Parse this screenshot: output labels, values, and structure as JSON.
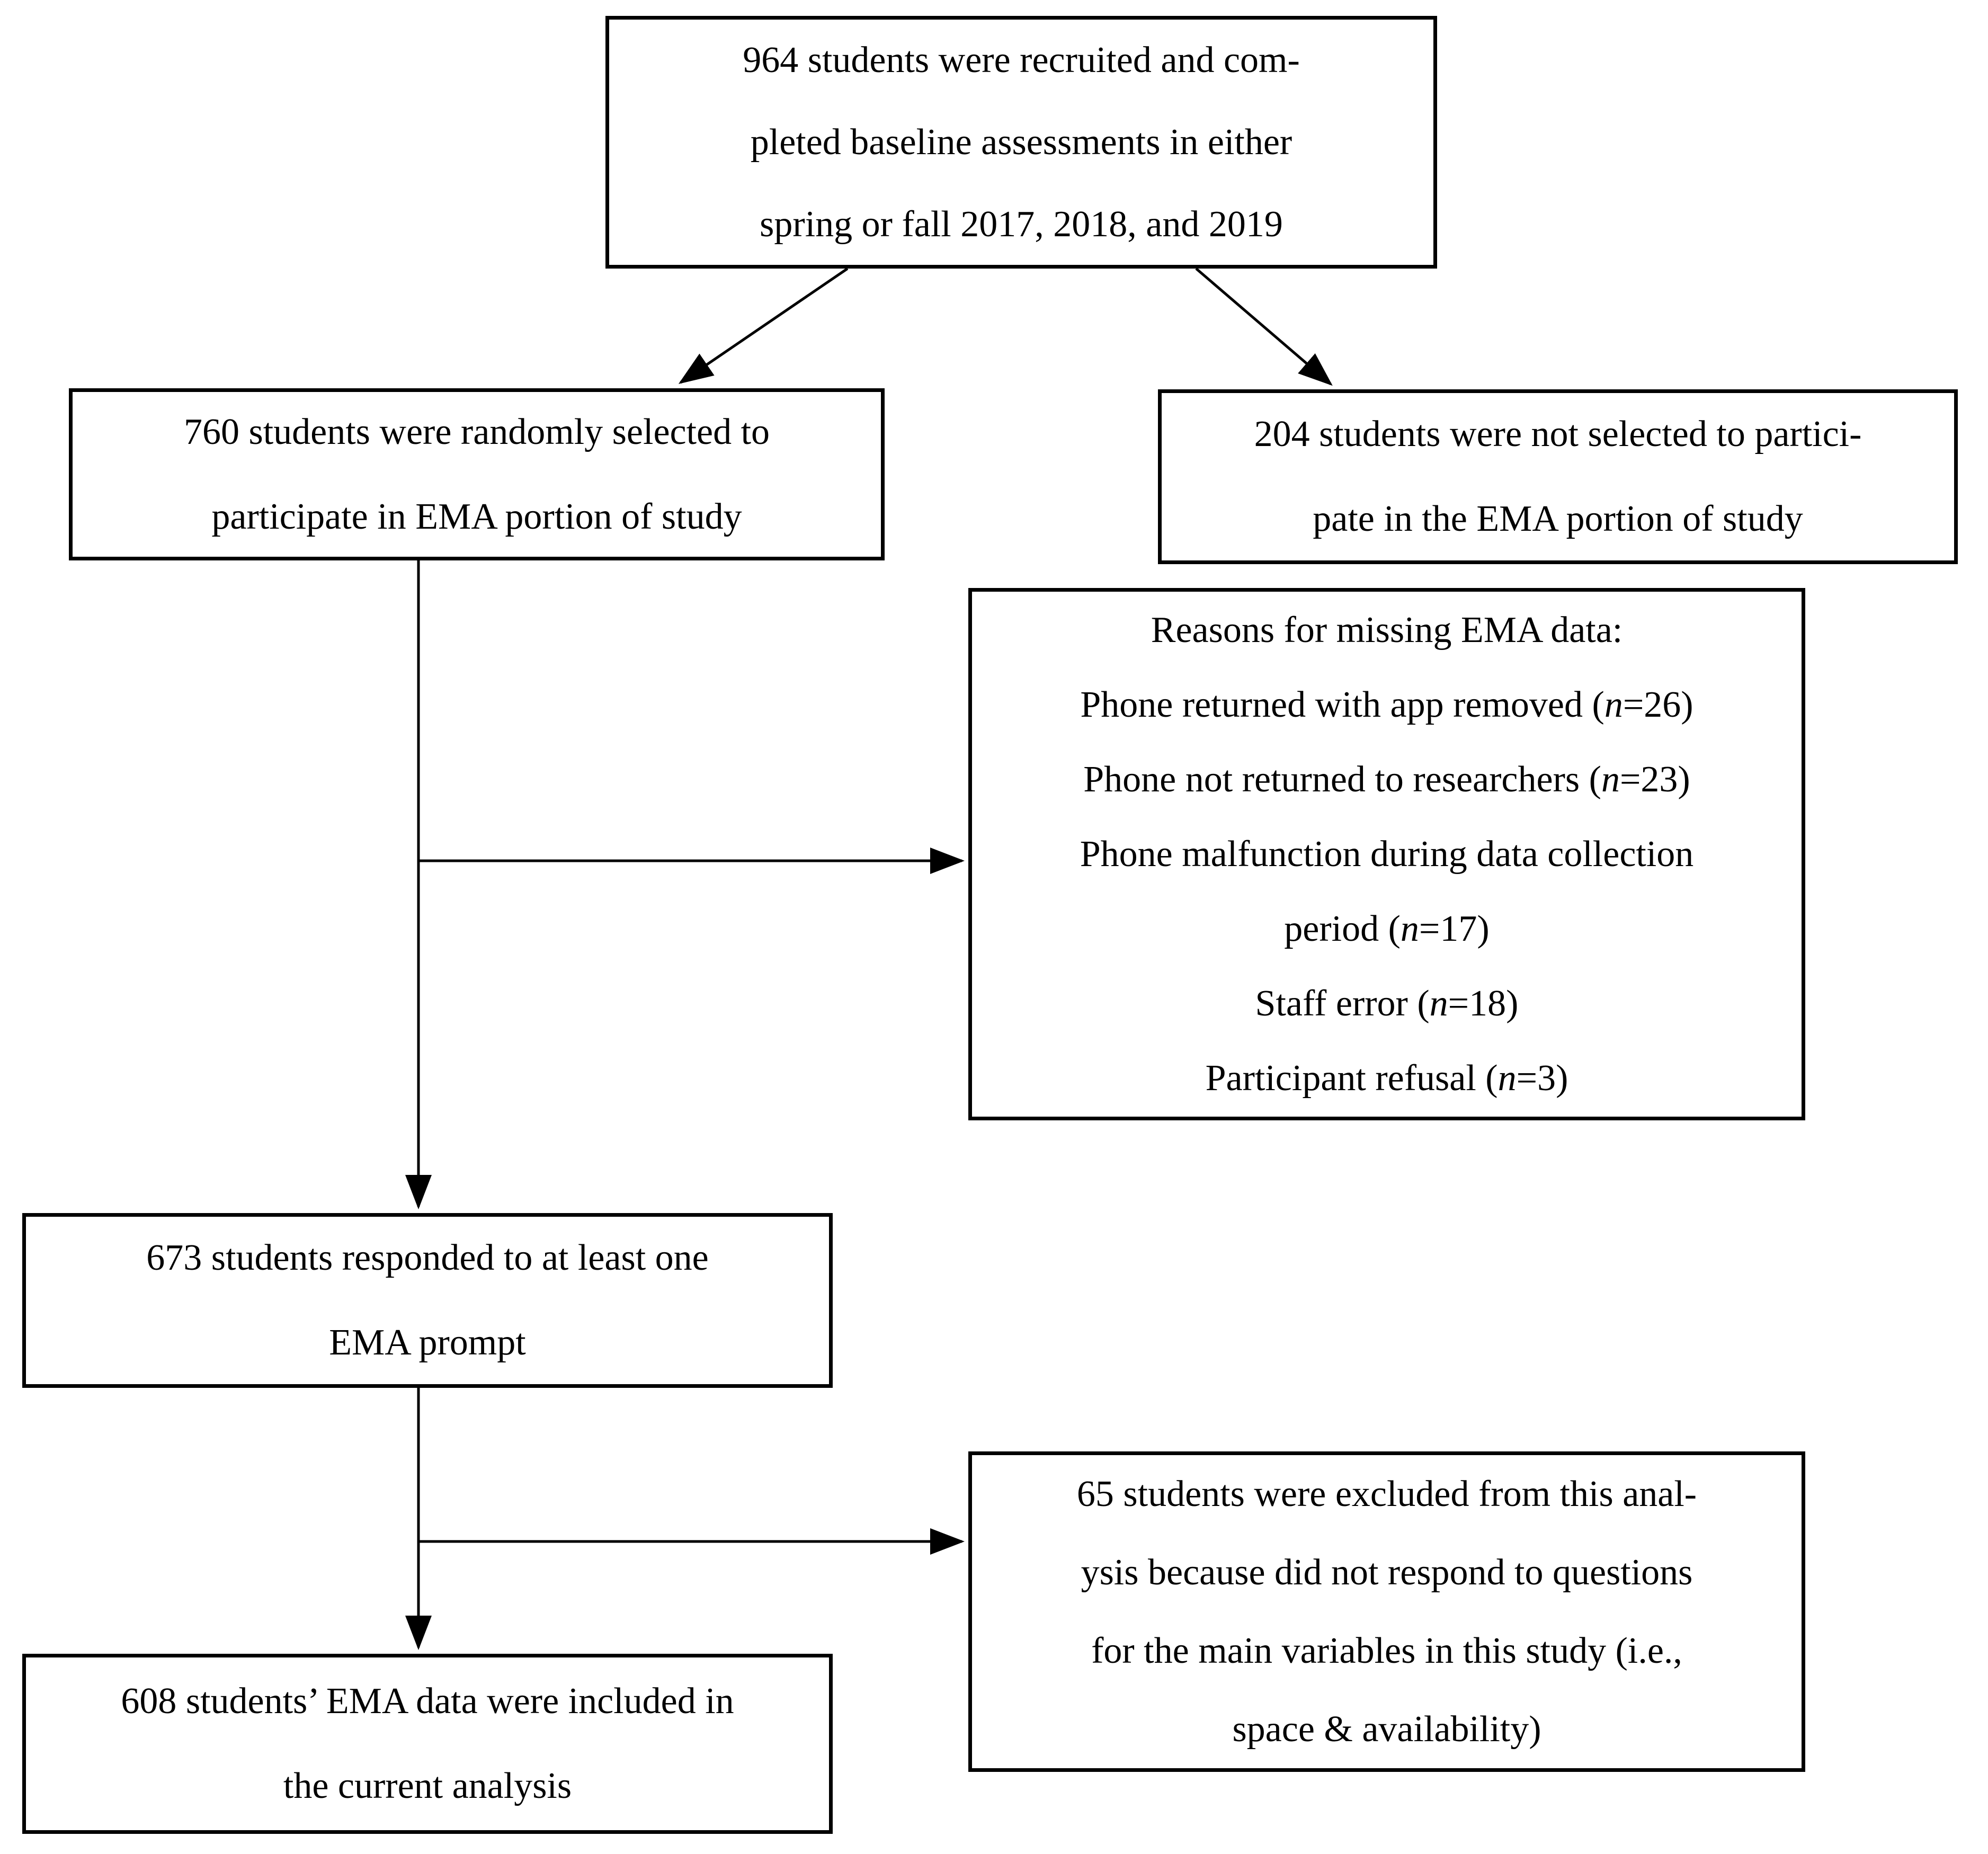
{
  "figure": {
    "background_color": "#ffffff",
    "line_color": "#000000",
    "kind": "participant-flow-diagram"
  },
  "boxes": {
    "recruited": {
      "lines": [
        "964 students were recruited and com-",
        "pleted baseline assessments in either",
        "spring or fall 2017, 2018, and 2019"
      ]
    },
    "selected": {
      "lines": [
        "760 students were randomly selected to",
        "participate in EMA portion of study"
      ]
    },
    "not_selected": {
      "lines": [
        "204 students were not selected to partici-",
        "pate in the EMA portion of study"
      ]
    },
    "reasons": {
      "lines": [
        {
          "pre": "Reasons for missing EMA data:",
          "it": "",
          "post": ""
        },
        {
          "pre": "Phone returned with app removed (",
          "it": "n",
          "post": "=26)"
        },
        {
          "pre": "Phone not returned to researchers (",
          "it": "n",
          "post": "=23)"
        },
        {
          "pre": "Phone malfunction during data collection",
          "it": "",
          "post": ""
        },
        {
          "pre": "period (",
          "it": "n",
          "post": "=17)"
        },
        {
          "pre": "Staff error (",
          "it": "n",
          "post": "=18)"
        },
        {
          "pre": "Participant refusal (",
          "it": "n",
          "post": "=3)"
        }
      ]
    },
    "responded": {
      "lines": [
        "673 students responded to at least one",
        "EMA prompt"
      ]
    },
    "excluded": {
      "lines": [
        "65 students were excluded from this anal-",
        "ysis because did not respond to questions",
        "for the main variables in this study (i.e.,",
        "space & availability)"
      ]
    },
    "included": {
      "lines": [
        "608 students’ EMA data were included in",
        "the current analysis"
      ]
    }
  }
}
